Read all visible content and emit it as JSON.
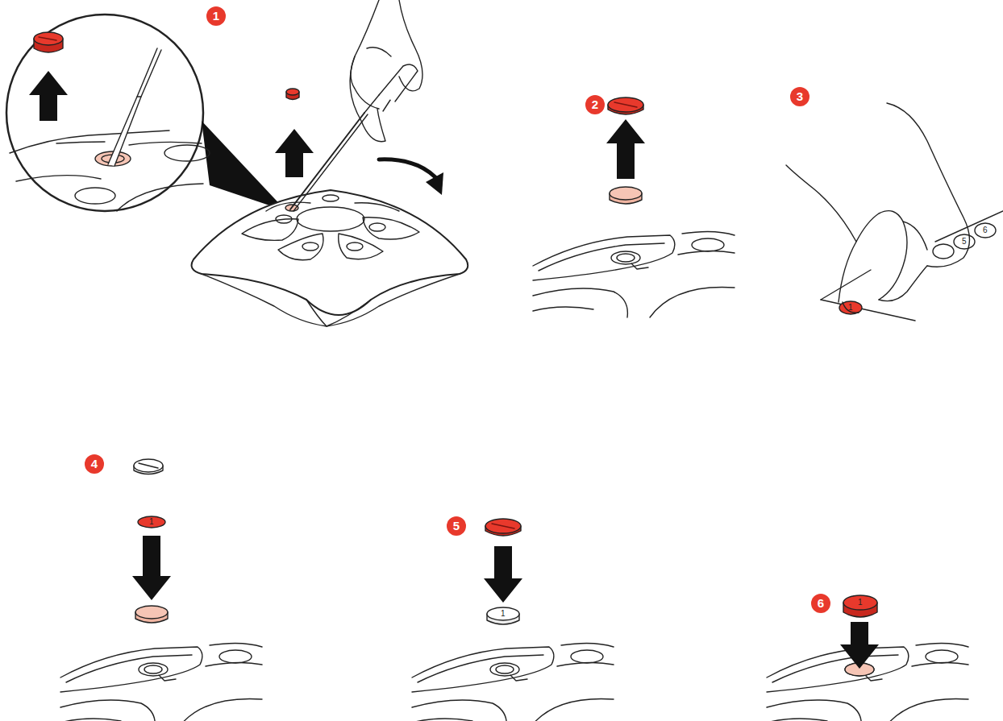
{
  "diagram": {
    "labels": [
      "1",
      "2",
      "3",
      "1",
      "5",
      "6",
      "4",
      "1",
      "5",
      "1",
      "6",
      "1"
    ]
  }
}
